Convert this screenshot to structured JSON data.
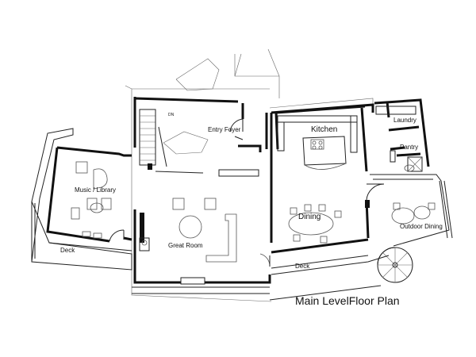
{
  "title": "Main LevelFloor Plan",
  "rooms": {
    "music_library": "Music / Library",
    "great_room": "Great Room",
    "entry_foyer": "Entry Foyer",
    "kitchen": "Kitchen",
    "laundry": "Laundry",
    "pantry": "Pantry",
    "dining": "Dining",
    "outdoor_dining": "Outdoor Dining",
    "deck_left": "Deck",
    "deck_center": "Deck"
  },
  "marks": {
    "stair_dn": "DN"
  }
}
